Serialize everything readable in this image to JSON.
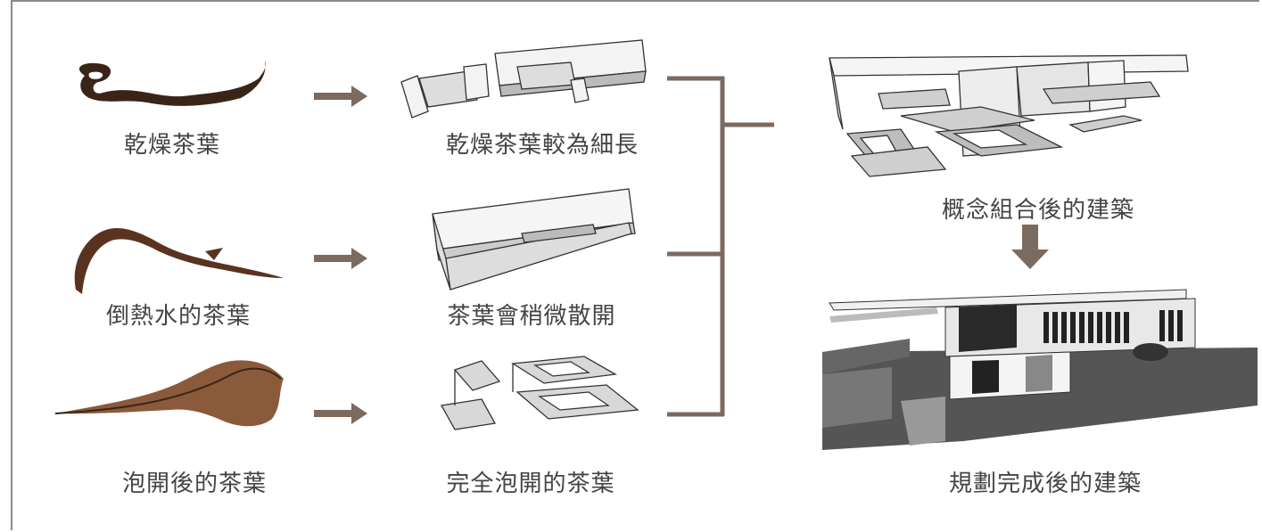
{
  "colors": {
    "accent_brown": "#7b6a5e",
    "leaf_dark": "#3a2418",
    "leaf_medium": "#5a3320",
    "leaf_light": "#8a5a3a",
    "text": "#444444"
  },
  "rows": [
    {
      "leaf_label": "乾燥茶葉",
      "model_label": "乾燥茶葉較為細長"
    },
    {
      "leaf_label": "倒熱水的茶葉",
      "model_label": "茶葉會稍微散開"
    },
    {
      "leaf_label": "泡開後的茶葉",
      "model_label": "完全泡開的茶葉"
    }
  ],
  "result": {
    "concept_label": "概念組合後的建築",
    "final_label": "規劃完成後的建築"
  }
}
